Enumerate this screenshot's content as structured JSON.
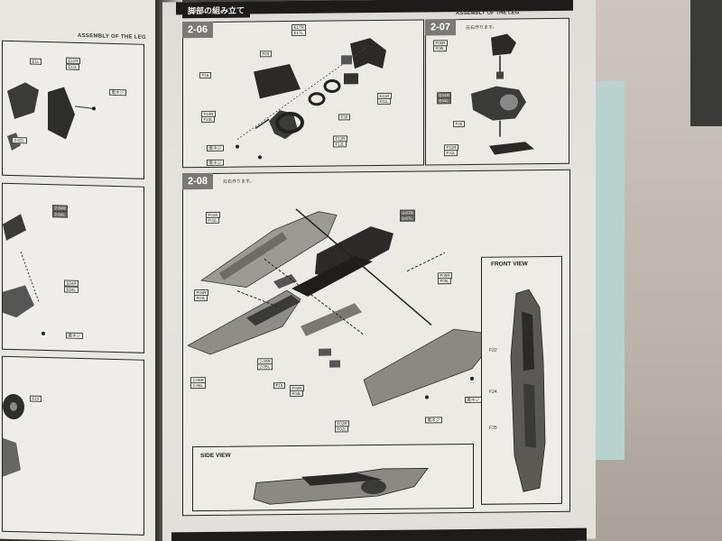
{
  "left_page": {
    "header": "ASSEMBLY OF THE LEG",
    "callouts": [
      "E1L",
      "E11R",
      "E11L",
      "黒ネジ",
      "2-02L",
      "2-04R",
      "2-04L",
      "E04R",
      "E04L",
      "黒ネジ",
      "F21"
    ]
  },
  "right_page": {
    "section_title": "脚部の組み立て",
    "page_label": "ASSEMBLY OF THE LEG",
    "steps": [
      {
        "id": "2-06",
        "note": "",
        "callouts": [
          "E17R",
          "E17L",
          "F09",
          "F16",
          "E11R",
          "E11L",
          "F10R",
          "F10L",
          "F30",
          "F12R",
          "F12L",
          "黒ネジ",
          "黒ネジ"
        ]
      },
      {
        "id": "2-07",
        "note": "左右作ります。",
        "callouts": [
          "F08R",
          "F08L",
          "E04R",
          "E04L",
          "F26",
          "F31R",
          "F31L"
        ]
      },
      {
        "id": "2-08",
        "note": "左右作ります。",
        "callouts": [
          "F01R",
          "F01L",
          "2-07R",
          "2-07L",
          "F04R",
          "F04L",
          "F05R",
          "F05L",
          "2-06R",
          "2-06L",
          "F15",
          "2-05R",
          "2-05L",
          "F03R",
          "F03L",
          "F02R",
          "F02L",
          "黒ネジ",
          "黒ネジ"
        ]
      }
    ],
    "front_view": {
      "title": "FRONT VIEW",
      "labels": [
        "F22",
        "F24",
        "F35"
      ]
    },
    "side_view": {
      "title": "SIDE VIEW"
    }
  }
}
